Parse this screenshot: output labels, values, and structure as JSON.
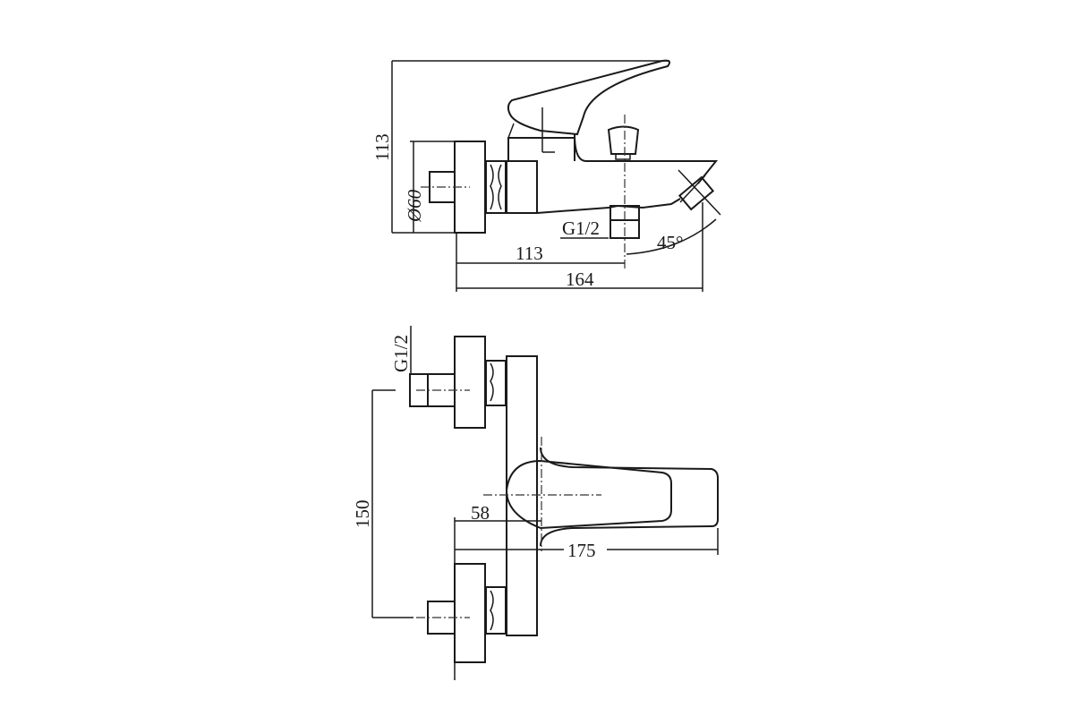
{
  "drawing": {
    "subject": "Single-lever bath mixer technical drawing",
    "side_view": {
      "dimensions": {
        "height": "113",
        "diameter": "Ø60",
        "thread": "G1/2",
        "spout_offset": "113",
        "total_depth": "164",
        "angle": "45°"
      }
    },
    "top_view": {
      "dimensions": {
        "thread": "G1/2",
        "center_distance": "150",
        "lever_offset": "58",
        "lever_length": "175"
      }
    },
    "colors": {
      "line": "#1a1a1a",
      "background": "#ffffff"
    }
  }
}
